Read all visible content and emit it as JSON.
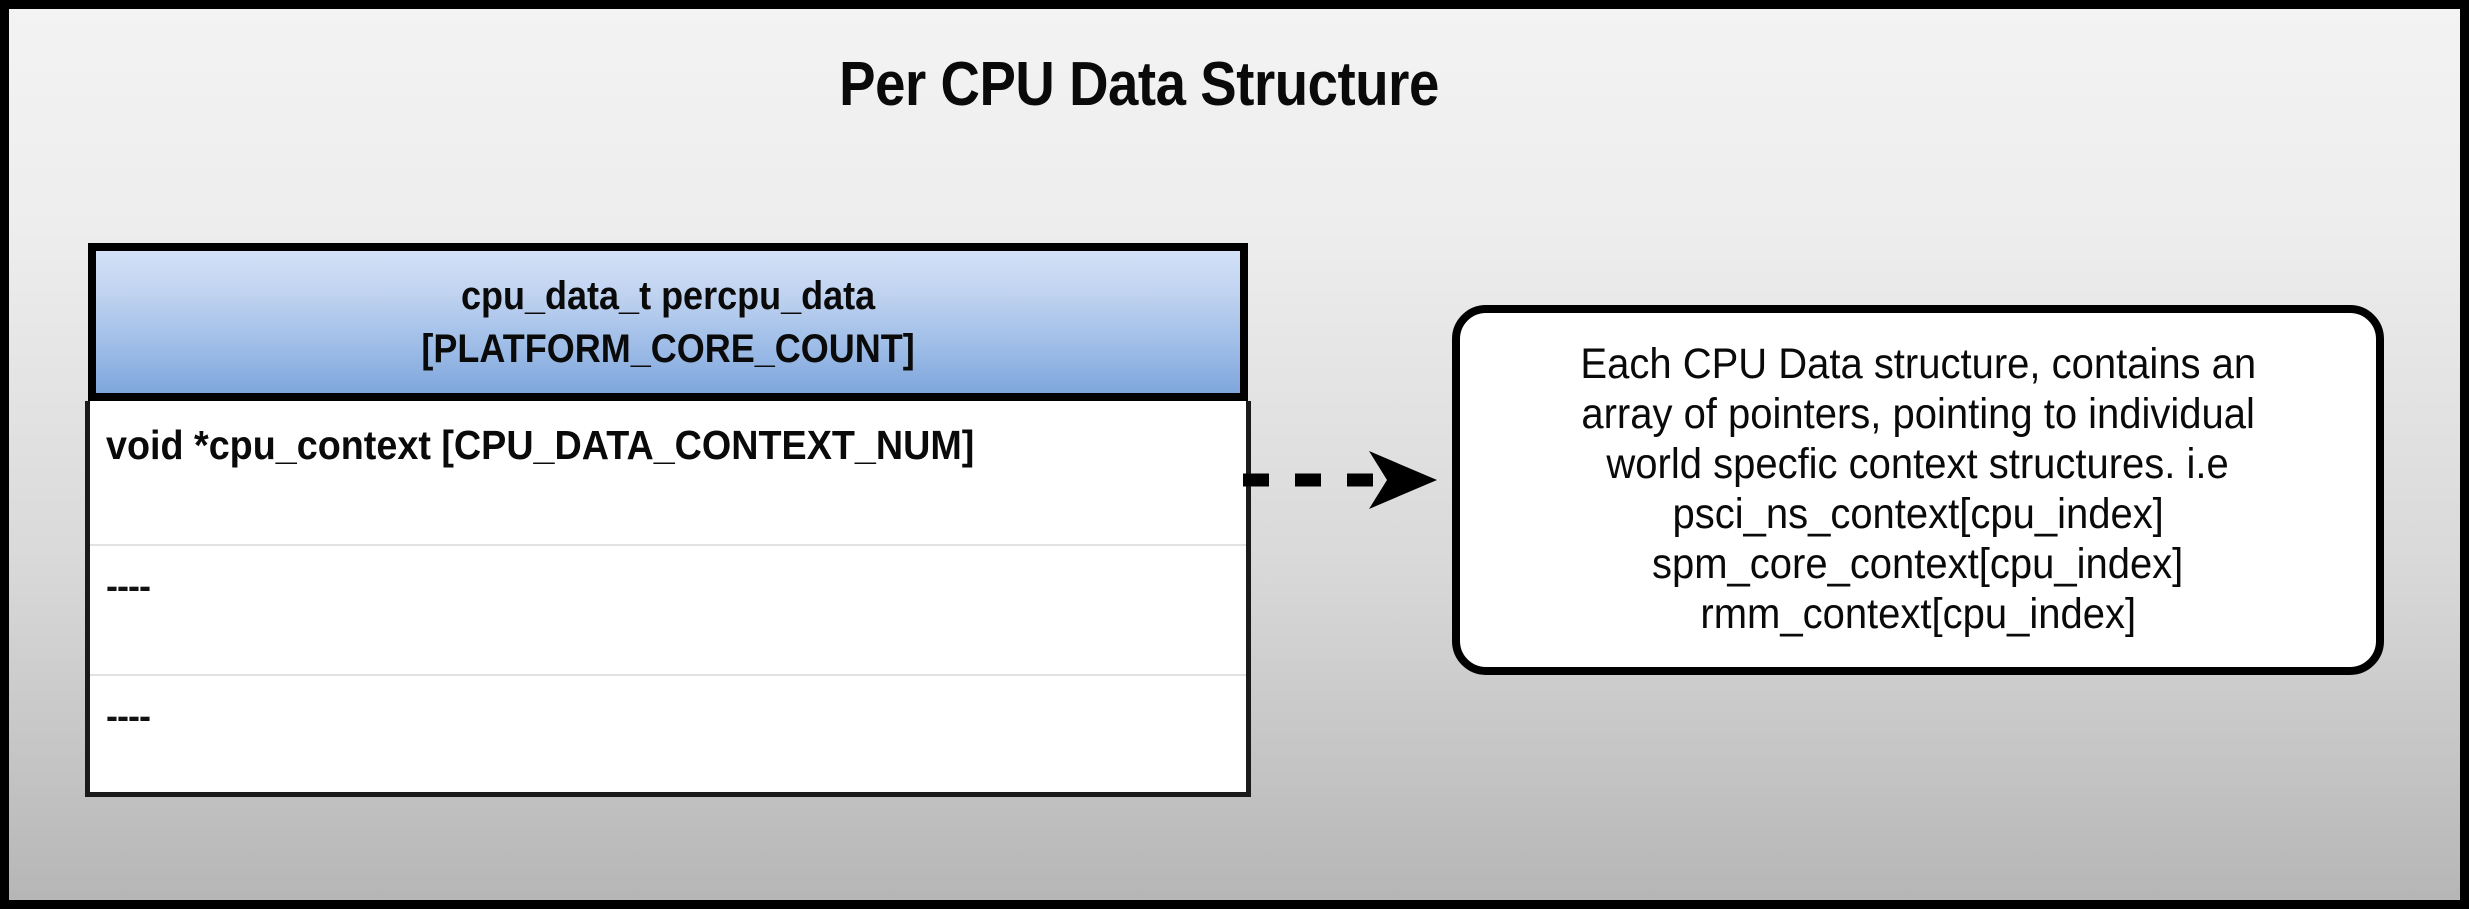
{
  "diagram": {
    "title": "Per CPU Data Structure",
    "background": {
      "gradient_from": "#f3f3f3",
      "gradient_to": "#b6b6b6",
      "border_color": "#000000"
    },
    "struct_table": {
      "header": {
        "line1": "cpu_data_t percpu_data",
        "line2": "[PLATFORM_CORE_COUNT]",
        "gradient_from": "#d3e1f7",
        "gradient_to": "#7fa6dc"
      },
      "rows": [
        {
          "text": "void *cpu_context [CPU_DATA_CONTEXT_NUM]"
        },
        {
          "text": "----"
        },
        {
          "text": "----"
        }
      ]
    },
    "connector": {
      "style": "dashed-arrow",
      "direction": "right",
      "color": "#000000"
    },
    "callout": {
      "lines": [
        "Each CPU Data structure, contains an",
        "array of pointers, pointing to individual",
        "world specfic context structures. i.e",
        "psci_ns_context[cpu_index]",
        "spm_core_context[cpu_index]",
        "rmm_context[cpu_index]"
      ],
      "border_color": "#000000",
      "fill_color": "#ffffff"
    }
  }
}
